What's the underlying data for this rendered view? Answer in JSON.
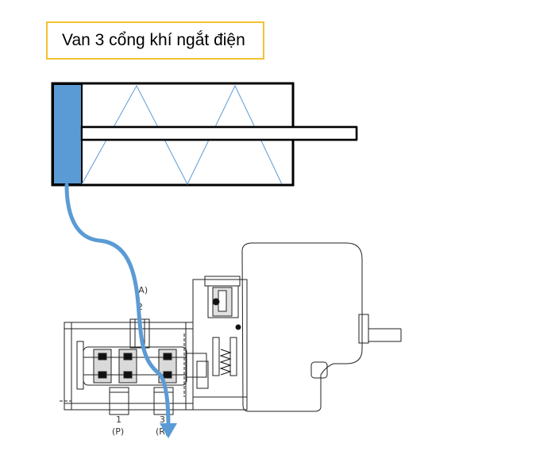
{
  "title": "Van 3 cổng khí ngắt điện",
  "ports": {
    "a_number": "2",
    "a_letter": "(A)",
    "p_number": "1",
    "p_letter": "(P)",
    "r_number": "3",
    "r_letter": "(R)"
  },
  "colors": {
    "piston": "#5b9bd5",
    "spring": "#5b9bd5",
    "flow_arrow": "#5b9bd5",
    "title_border": "#f2c230",
    "outline": "#000000"
  }
}
